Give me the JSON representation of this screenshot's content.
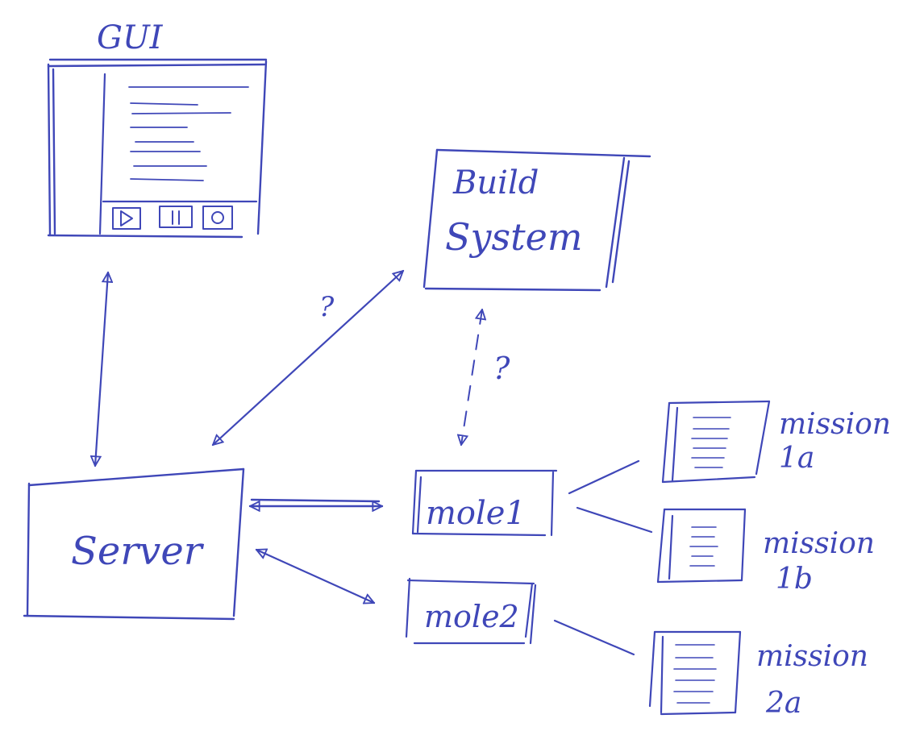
{
  "ink_color": "#3f47b8",
  "gui": {
    "title": "GUI",
    "control_icons": [
      "play-icon",
      "pause-icon",
      "record-icon"
    ]
  },
  "build_system": {
    "line1": "Build",
    "line2": "System"
  },
  "server": {
    "label": "Server"
  },
  "moles": [
    {
      "label": "mole1"
    },
    {
      "label": "mole2"
    }
  ],
  "missions": [
    {
      "line1": "mission",
      "line2": "1a"
    },
    {
      "line1": "mission",
      "line2": "1b"
    },
    {
      "line1": "mission",
      "line2": "2a"
    }
  ],
  "question_marks": [
    "?",
    "?"
  ]
}
